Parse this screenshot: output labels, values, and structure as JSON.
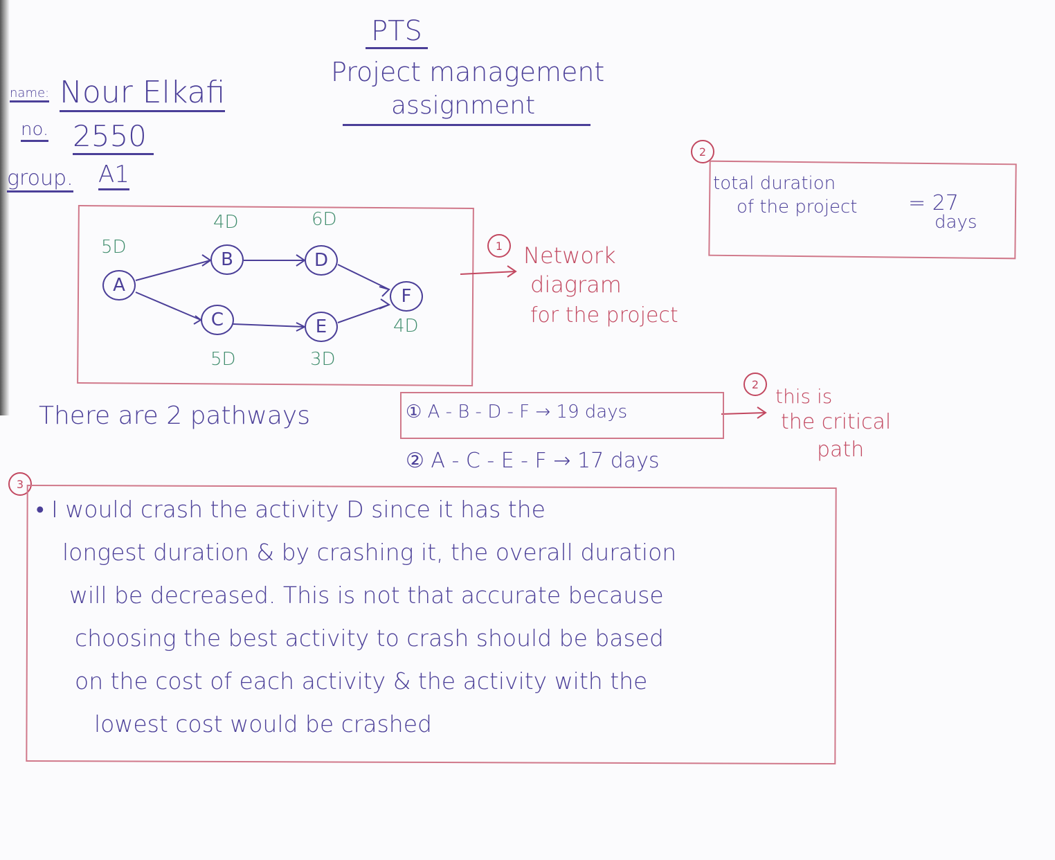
{
  "header": {
    "course": "PTS",
    "title_line1": "Project management",
    "title_line2": "assignment"
  },
  "student": {
    "name_label": "name:",
    "name": "Nour Elkafi",
    "no_label": "no.",
    "no": "2550",
    "group_label": "group.",
    "group": "A1"
  },
  "network": {
    "nodes": [
      {
        "id": "A",
        "duration": "5D"
      },
      {
        "id": "B",
        "duration": "4D"
      },
      {
        "id": "D",
        "duration": "6D"
      },
      {
        "id": "C",
        "duration": "5D"
      },
      {
        "id": "E",
        "duration": "3D"
      },
      {
        "id": "F",
        "duration": "4D"
      }
    ],
    "annotation_num": "1",
    "annotation_line1": "Network",
    "annotation_line2": "diagram",
    "annotation_line3": "for the project"
  },
  "total": {
    "num": "2",
    "line1": "total duration",
    "line2": "of the project",
    "value": "= 27",
    "unit": "days"
  },
  "pathways": {
    "intro": "There are 2 pathways",
    "path1": "① A - B - D - F → 19 days",
    "path2": "② A - C - E - F → 17 days",
    "critical_num": "2",
    "critical_line1": "this is",
    "critical_line2": "the critical",
    "critical_line3": "path"
  },
  "crash": {
    "num": "3",
    "lines": [
      "• I would crash the activity D since it has the",
      "longest duration & by crashing it, the overall duration",
      "will be decreased. This is not that accurate because",
      "choosing the best activity to crash should be based",
      "on the cost of each activity & the activity with the",
      "lowest cost would be crashed"
    ]
  },
  "colors": {
    "blue_ink": "#4b3f98",
    "red_ink": "#c24860",
    "green_ink": "#3f8c6c"
  }
}
